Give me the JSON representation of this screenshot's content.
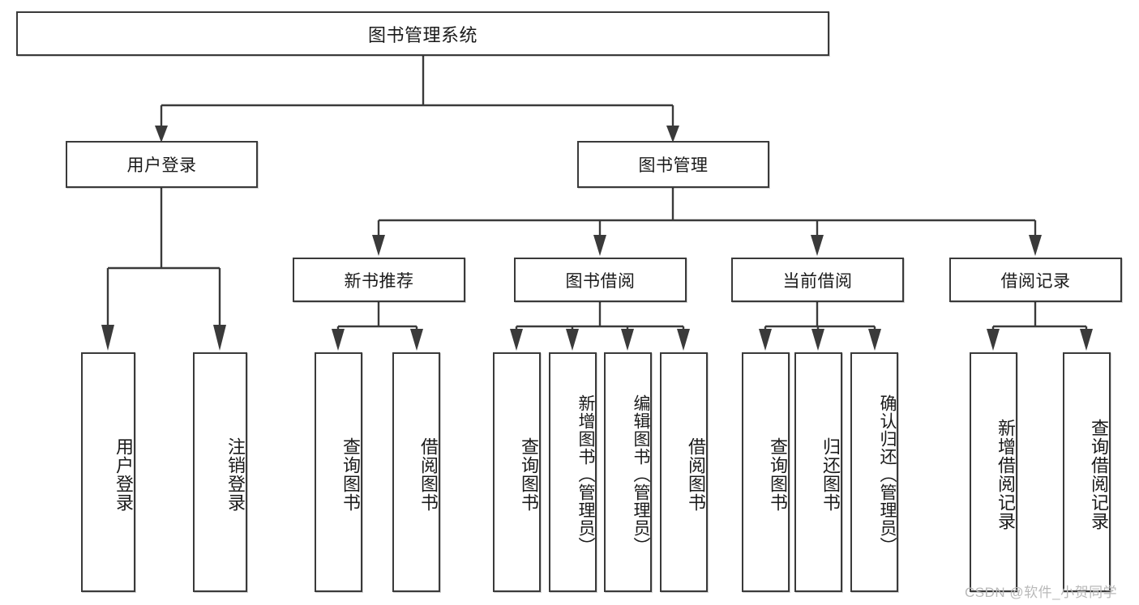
{
  "diagram": {
    "title": "图书管理系统",
    "type": "hierarchy-tree",
    "root": {
      "id": "root",
      "label": "图书管理系统"
    },
    "level1": [
      {
        "id": "user-login",
        "label": "用户登录"
      },
      {
        "id": "book-manage",
        "label": "图书管理"
      }
    ],
    "level2": [
      {
        "id": "new-book-rec",
        "label": "新书推荐",
        "parent": "book-manage"
      },
      {
        "id": "book-borrow",
        "label": "图书借阅",
        "parent": "book-manage"
      },
      {
        "id": "current-borrow",
        "label": "当前借阅",
        "parent": "book-manage"
      },
      {
        "id": "borrow-record",
        "label": "借阅记录",
        "parent": "book-manage"
      }
    ],
    "leaves": {
      "user_login": [
        {
          "id": "leaf-user-login",
          "label": "用户登录"
        },
        {
          "id": "leaf-logout",
          "label": "注销登录"
        }
      ],
      "new_book_rec": [
        {
          "id": "leaf-query-book-1",
          "label": "查询图书"
        },
        {
          "id": "leaf-borrow-book-1",
          "label": "借阅图书"
        }
      ],
      "book_borrow": [
        {
          "id": "leaf-query-book-2",
          "label": "查询图书"
        },
        {
          "id": "leaf-add-book",
          "label": "新增图书（管理员）"
        },
        {
          "id": "leaf-edit-book",
          "label": "编辑图书（管理员）"
        },
        {
          "id": "leaf-borrow-book-2",
          "label": "借阅图书"
        }
      ],
      "current_borrow": [
        {
          "id": "leaf-query-book-3",
          "label": "查询图书"
        },
        {
          "id": "leaf-return-book",
          "label": "归还图书"
        },
        {
          "id": "leaf-confirm-return",
          "label": "确认归还（管理员）"
        }
      ],
      "borrow_record": [
        {
          "id": "leaf-add-record",
          "label": "新增借阅记录"
        },
        {
          "id": "leaf-query-record",
          "label": "查询借阅记录"
        }
      ]
    }
  },
  "watermark": {
    "text": "CSDN @软件_小贺同学"
  },
  "colors": {
    "stroke": "#3a3a3a",
    "background": "#ffffff",
    "text": "#1a1a1a",
    "watermark": "#b9b9b9"
  }
}
